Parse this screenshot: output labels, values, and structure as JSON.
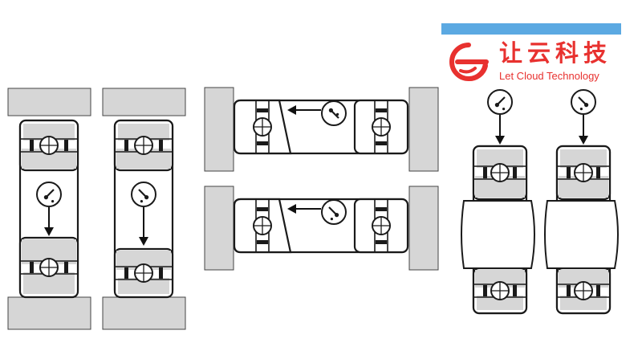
{
  "brand": {
    "name_cn": "让云科技",
    "name_en": "Let Cloud Technology",
    "logo_icon": "swirl-logo-icon",
    "colors": {
      "bar": "#5BA9E2",
      "logo": "#E8312F",
      "text": "#E8312F"
    }
  },
  "diagram": {
    "colors": {
      "frame": "#1a1a1a",
      "shaded": "#d6d6d6",
      "fill": "#ffffff",
      "arrow": "#111111"
    },
    "icons": {
      "gauge": "dial-indicator-icon",
      "arrow": "arrow-icon",
      "ball": "ball-icon",
      "housing": "housing-block",
      "bearing": "bearing-section"
    }
  }
}
